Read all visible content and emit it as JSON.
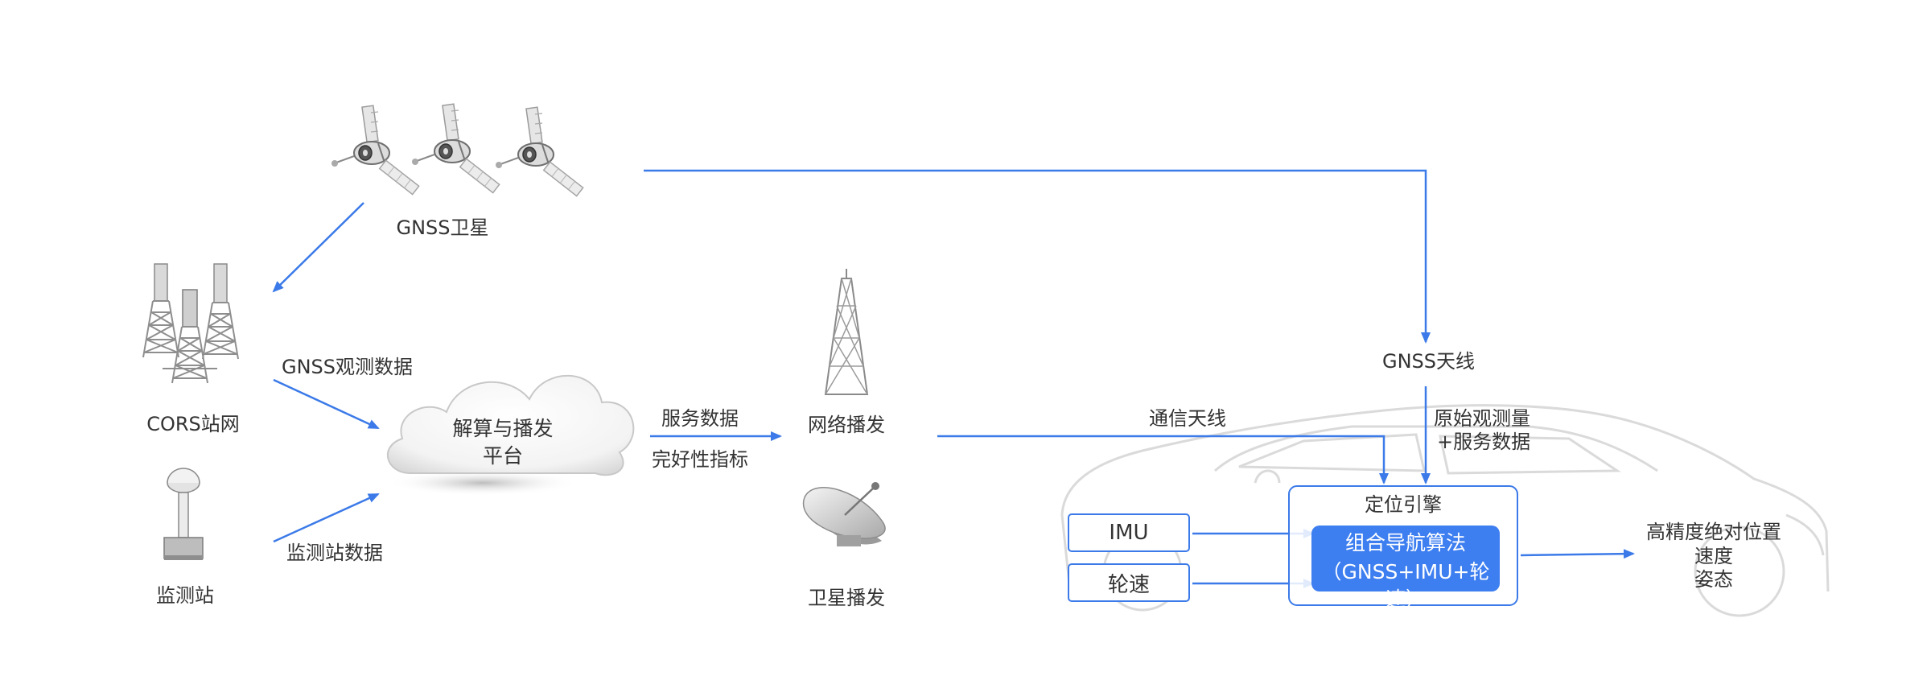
{
  "labels": {
    "satellite": "GNSS卫星",
    "cors": "CORS站网",
    "monitor": "监测站",
    "gnss_obs": "GNSS观测数据",
    "monitor_data": "监测站数据",
    "platform_line1": "解算与播发",
    "platform_line2": "平台",
    "service_data": "服务数据",
    "integrity": "完好性指标",
    "network_broadcast": "网络播发",
    "satellite_broadcast": "卫星播发",
    "gnss_antenna": "GNSS天线",
    "comm_antenna": "通信天线",
    "raw_obs_line1": "原始观测量",
    "raw_obs_line2": "+服务数据",
    "positioning_engine": "定位引擎",
    "imu": "IMU",
    "wheel_speed": "轮速",
    "algo_line1": "组合导航算法",
    "algo_line2": "（GNSS+IMU+轮速）",
    "output_line1": "高精度绝对位置",
    "output_line2": "速度",
    "output_line3": "姿态"
  },
  "colors": {
    "arrow": "#3b7ae8",
    "algo_fill": "#3d7ef0",
    "box_border": "#3b7ae8",
    "text": "#333333",
    "icon_gray": "#9a9a9a",
    "car_outline": "#dadada"
  },
  "icons": [
    "satellite-icon",
    "cors-tower-icon",
    "monitor-station-icon",
    "cloud-icon",
    "broadcast-tower-icon",
    "satellite-dish-icon",
    "car-outline-icon"
  ]
}
